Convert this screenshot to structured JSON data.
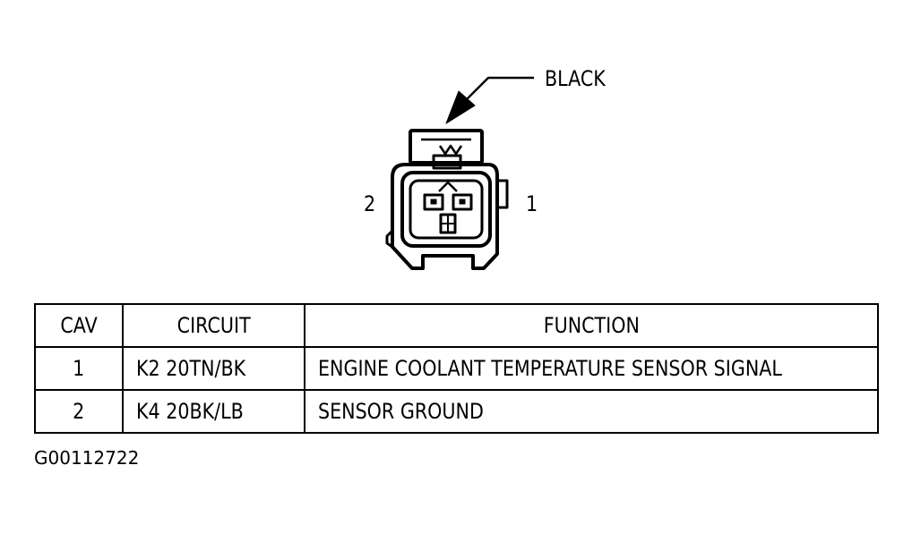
{
  "connector": {
    "color_label": "BLACK",
    "pin_left": "2",
    "pin_right": "1"
  },
  "table": {
    "headers": {
      "cav": "CAV",
      "circuit": "CIRCUIT",
      "function": "FUNCTION"
    },
    "rows": [
      {
        "cav": "1",
        "circuit": "K2 20TN/BK",
        "function": "ENGINE COOLANT TEMPERATURE SENSOR SIGNAL"
      },
      {
        "cav": "2",
        "circuit": "K4 20BK/LB",
        "function": "SENSOR GROUND"
      }
    ]
  },
  "figure_id": "G00112722"
}
